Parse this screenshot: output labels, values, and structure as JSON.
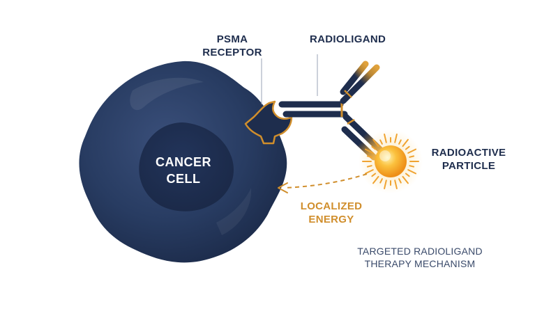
{
  "labels": {
    "psma_receptor": [
      "PSMA",
      "RECEPTOR"
    ],
    "radioligand": "RADIOLIGAND",
    "radioactive_particle": [
      "RADIOACTIVE",
      "PARTICLE"
    ],
    "localized_energy": [
      "LOCALIZED",
      "ENERGY"
    ],
    "cancer_cell": [
      "CANCER",
      "CELL"
    ],
    "caption": [
      "TARGETED RADIOLIGAND",
      "THERAPY MECHANISM"
    ]
  },
  "colors": {
    "navy": "#1e2d4d",
    "cell": "#22355a",
    "gold": "#d08e2c",
    "sun_core": "#f5a623",
    "background": "#ffffff"
  },
  "icons": {
    "cell": "cancer-cell-shape",
    "receptor": "psma-receptor-shape",
    "antibody": "radioligand-y-shape",
    "particle": "radioactive-sun-shape",
    "arrow": "dashed-arrow-left"
  }
}
